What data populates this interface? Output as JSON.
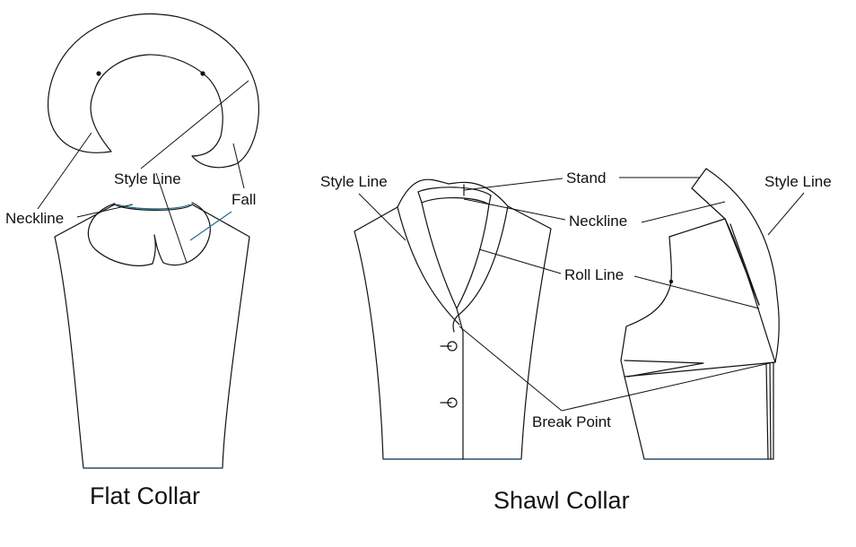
{
  "flat_collar": {
    "caption": "Flat Collar",
    "labels": {
      "neckline": "Neckline",
      "style_line": "Style Line",
      "fall": "Fall"
    }
  },
  "shawl_collar": {
    "caption": "Shawl Collar",
    "labels": {
      "style_line_left": "Style Line",
      "stand": "Stand",
      "style_line_right": "Style Line",
      "neckline": "Neckline",
      "roll_line": "Roll Line",
      "break_point": "Break Point"
    }
  },
  "colors": {
    "outline": "#111111",
    "fall_leader": "#1f6f8b",
    "hem": "#2a4f6f"
  }
}
